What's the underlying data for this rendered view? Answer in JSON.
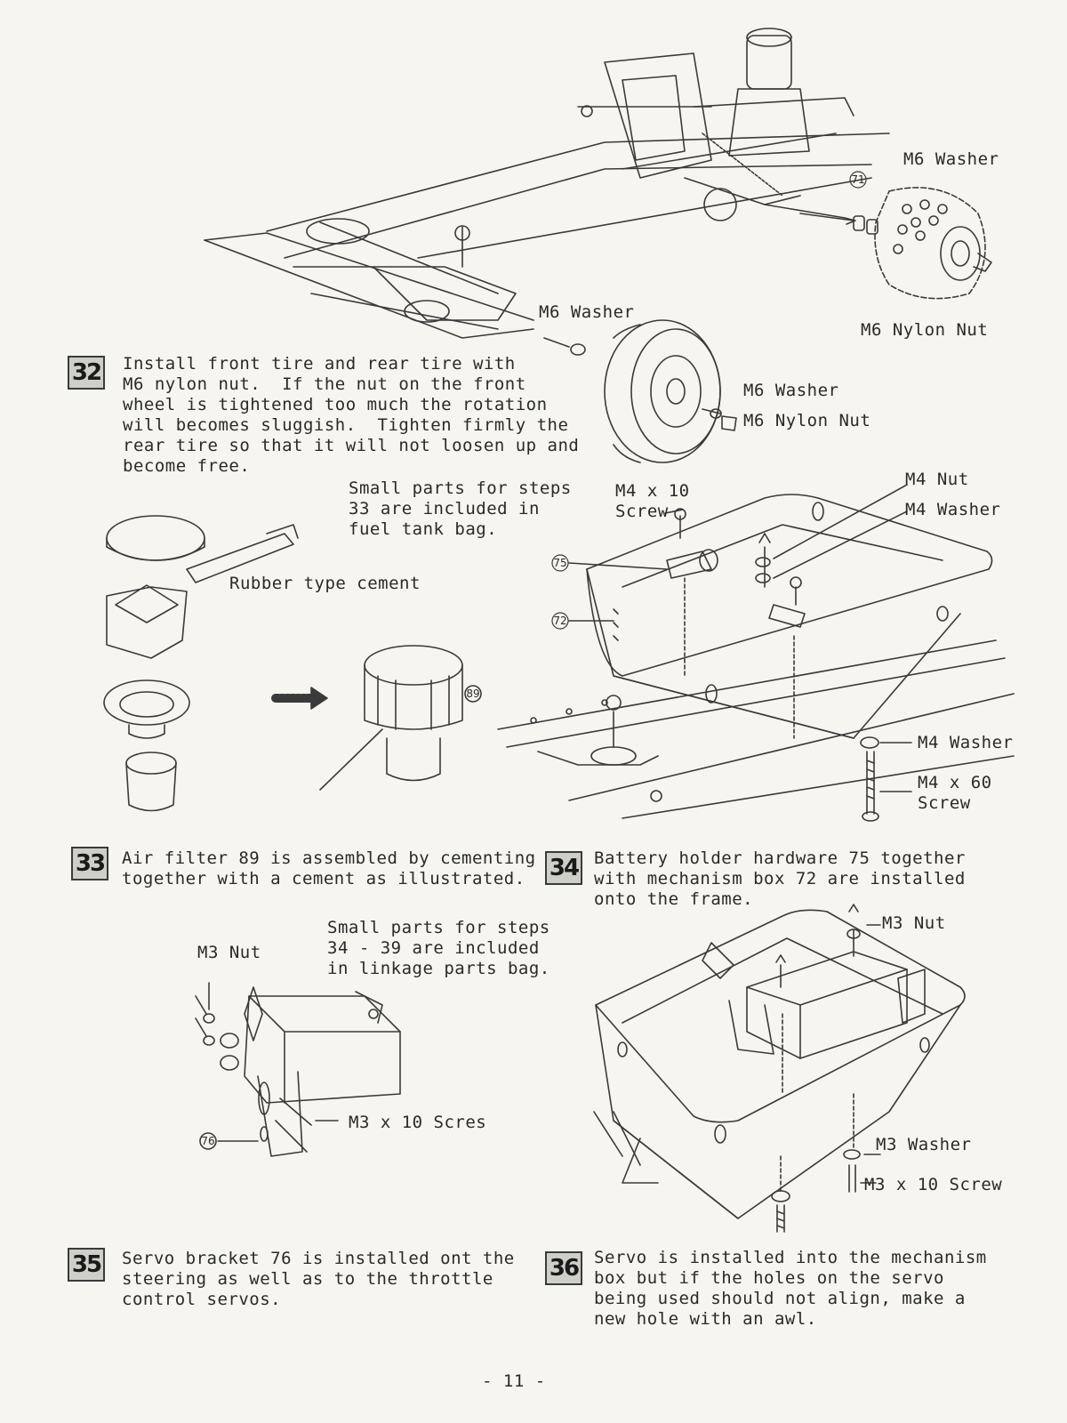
{
  "page_number": "- 11 -",
  "steps": [
    {
      "number": "32",
      "text": "Install front tire and rear tire with\nM6 nylon nut.  If the nut on the front\nwheel is tightened too much the rotation\nwill becomes sluggish.  Tighten firmly the\nrear tire so that it will not loosen up and\nbecome free."
    },
    {
      "number": "33",
      "text": "Air filter 89 is assembled by cementing\ntogether with a cement as illustrated."
    },
    {
      "number": "34",
      "text": "Battery holder hardware 75 together\nwith mechanism box 72 are installed\nonto the frame."
    },
    {
      "number": "35",
      "text": "Servo bracket 76 is installed ont the\nsteering as well as to the throttle\ncontrol servos."
    },
    {
      "number": "36",
      "text": "Servo is installed into the mechanism\nbox but if the holes on the servo\nbeing used should not align, make a\nnew hole with an awl."
    }
  ],
  "notes": {
    "fuel_tank_bag": "Small parts for steps\n33 are included in\nfuel tank bag.",
    "linkage_bag": "Small parts for steps\n34 - 39 are included\nin linkage parts bag."
  },
  "labels": {
    "m6_washer_rear": "M6 Washer",
    "m6_nylon_nut_rear": "M6 Nylon Nut",
    "m6_washer_front_top": "M6 Washer",
    "m6_washer_front": "M6 Washer",
    "m6_nylon_nut_front": "M6 Nylon Nut",
    "rubber_cement": "Rubber type cement",
    "m4_10_screw": "M4 x 10\nScrew",
    "m4_nut": "M4 Nut",
    "m4_washer_top": "M4 Washer",
    "m4_washer_bottom": "M4 Washer",
    "m4_60_screw": "M4 x 60\nScrew",
    "m3_nut_left": "M3 Nut",
    "m3_10_scres": "M3 x 10 Scres",
    "m3_nut_right": "M3 Nut",
    "m3_washer": "M3 Washer",
    "m3_10_screw": "M3 x 10 Screw"
  },
  "part_numbers": {
    "p71": "71",
    "p75": "75",
    "p72": "72",
    "p89": "89",
    "p76": "76"
  }
}
